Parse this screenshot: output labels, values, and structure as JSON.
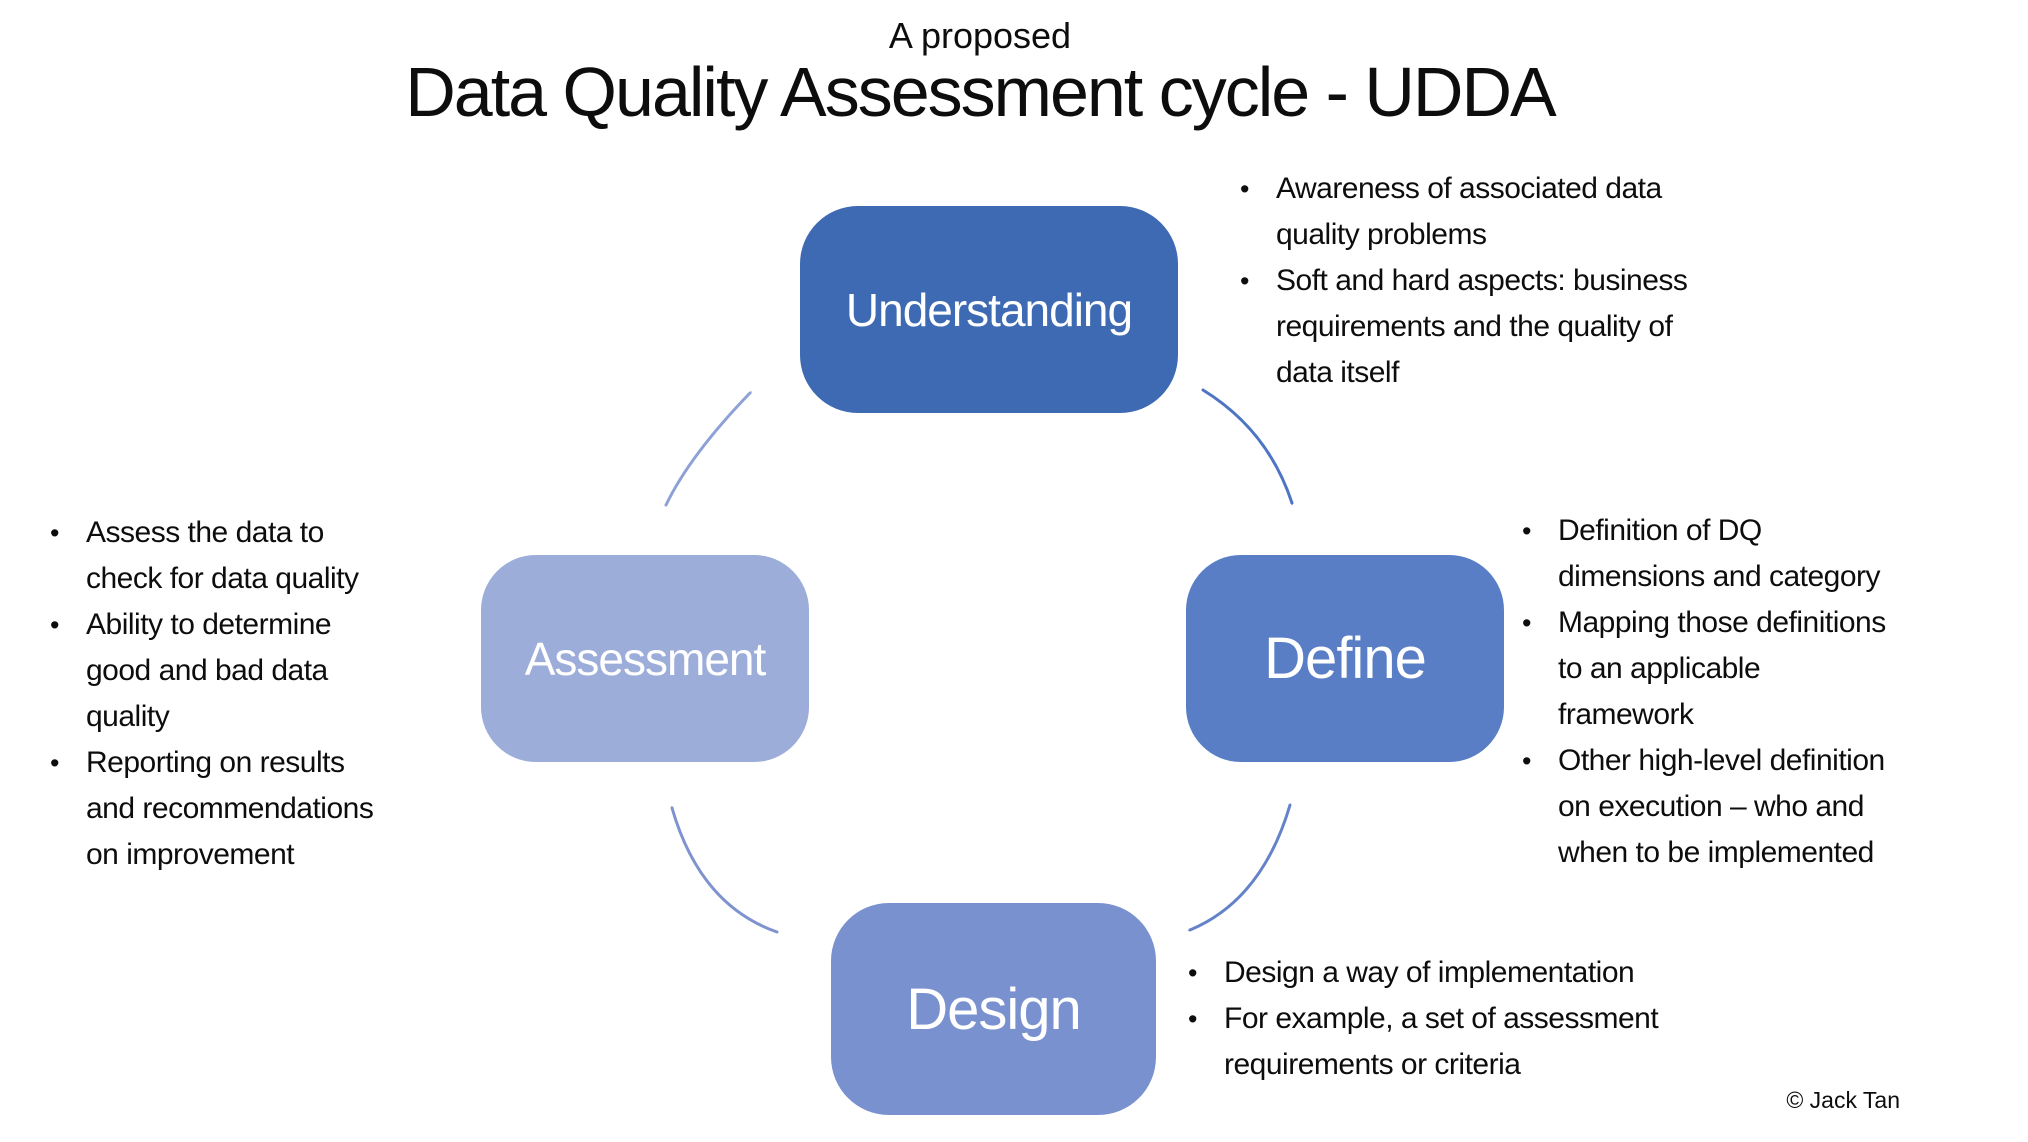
{
  "header": {
    "kicker": "A proposed",
    "title": "Data Quality Assessment cycle - UDDA"
  },
  "bullet_char": "•",
  "nodes": {
    "understanding": {
      "label": "Understanding",
      "color": "#3E6AB3"
    },
    "define": {
      "label": "Define",
      "color": "#5A7EC6"
    },
    "design": {
      "label": "Design",
      "color": "#7A91CF"
    },
    "assessment": {
      "label": "Assessment",
      "color": "#9DADD9"
    }
  },
  "notes": {
    "understanding": [
      [
        "Awareness of associated data",
        "quality problems"
      ],
      [
        "Soft and hard aspects: business",
        "requirements and the quality of",
        "data itself"
      ]
    ],
    "define": [
      [
        "Definition of DQ",
        "dimensions and category"
      ],
      [
        "Mapping those definitions",
        "to an applicable",
        "framework"
      ],
      [
        "Other high-level definition",
        "on execution – who and",
        "when to be implemented"
      ]
    ],
    "assessment": [
      [
        "Assess the data to",
        "check for data quality"
      ],
      [
        "Ability to determine",
        "good and bad data",
        "quality"
      ],
      [
        "Reporting on results",
        "and recommendations",
        "on improvement"
      ]
    ],
    "design": [
      [
        "Design a way of implementation"
      ],
      [
        "For example, a set of assessment",
        "requirements or criteria"
      ]
    ]
  },
  "arrows": {
    "assessment_to_understanding": {
      "color": "#8EA1D6"
    },
    "understanding_to_define": {
      "color": "#4E75C3"
    },
    "define_to_design": {
      "color": "#6583C9"
    },
    "design_to_assessment": {
      "color": "#7E93CF"
    }
  },
  "footer": {
    "credit": "© Jack Tan"
  }
}
